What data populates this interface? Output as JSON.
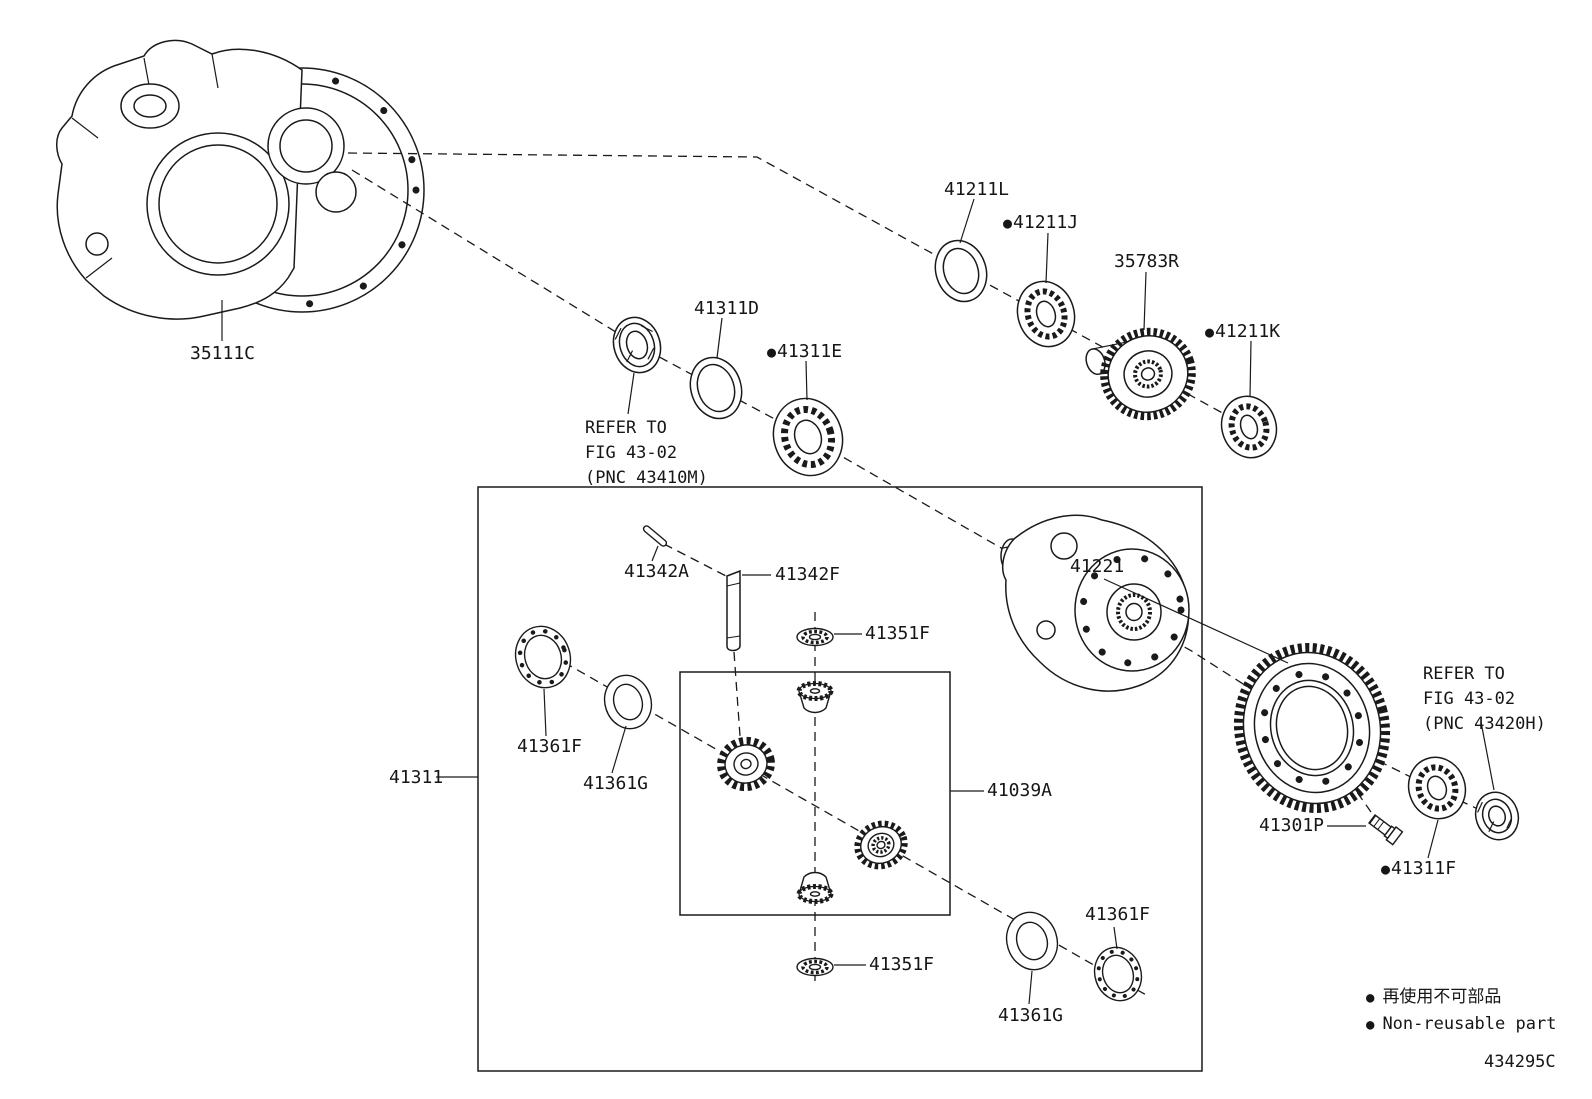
{
  "diagram": {
    "doc_code": "434295C",
    "legend": [
      {
        "marker": "●",
        "text": "再使用不可部品"
      },
      {
        "marker": "●",
        "text": "Non-reusable part"
      }
    ],
    "notes": {
      "refer1": {
        "lines": [
          "REFER TO",
          "FIG 43-02",
          "(PNC 43410M)"
        ]
      },
      "refer2": {
        "lines": [
          "REFER TO",
          "FIG 43-02",
          "(PNC 43420H)"
        ]
      }
    },
    "parts": {
      "p35111C": {
        "number": "35111C"
      },
      "p41211L": {
        "number": "41211L"
      },
      "p41211J": {
        "number": "41211J",
        "marker": "●"
      },
      "p35783R": {
        "number": "35783R"
      },
      "p41211K": {
        "number": "41211K",
        "marker": "●"
      },
      "p41311D": {
        "number": "41311D"
      },
      "p41311E": {
        "number": "41311E",
        "marker": "●"
      },
      "p41342A": {
        "number": "41342A"
      },
      "p41342F": {
        "number": "41342F"
      },
      "p41351F_top": {
        "number": "41351F"
      },
      "p41361F_left": {
        "number": "41361F"
      },
      "p41361G_left": {
        "number": "41361G"
      },
      "p41311": {
        "number": "41311"
      },
      "p41039A": {
        "number": "41039A"
      },
      "p41221": {
        "number": "41221"
      },
      "p41301P": {
        "number": "41301P"
      },
      "p41311F": {
        "number": "41311F",
        "marker": "●"
      },
      "p41351F_bottom": {
        "number": "41351F"
      },
      "p41361F_right": {
        "number": "41361F"
      },
      "p41361G_right": {
        "number": "41361G"
      }
    }
  }
}
